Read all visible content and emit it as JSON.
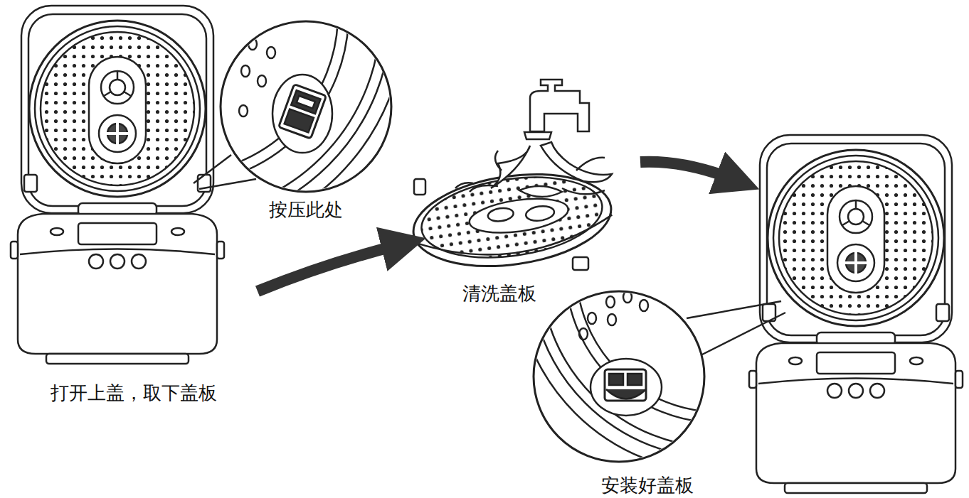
{
  "diagram": {
    "labels": [
      "按压此处",
      "清洗盖板",
      "打开上盖，取下盖板",
      "安装好盖板"
    ]
  }
}
